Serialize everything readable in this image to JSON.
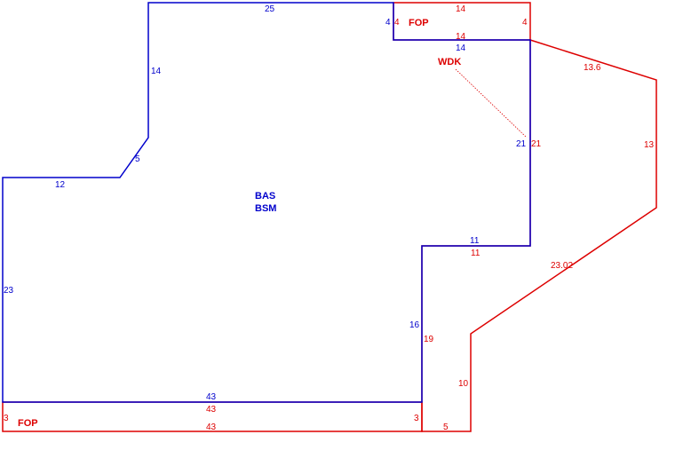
{
  "colors": {
    "main": "#0000cc",
    "addition": "#dd0000"
  },
  "areas": {
    "main_label_1": "BAS",
    "main_label_2": "BSM",
    "porch_top_label": "FOP",
    "deck_label": "WDK",
    "porch_bottom_label": "FOP"
  },
  "dimensions": {
    "main": {
      "top": "25",
      "upper_left": "14",
      "diagonal": "5",
      "left_step": "12",
      "left": "23",
      "bottom": "43",
      "inner_right": "16",
      "notch": "11",
      "right": "21",
      "upper_notch": "14",
      "notch_side": "4"
    },
    "porch_top": {
      "top": "14",
      "right": "4",
      "left": "4",
      "bottom": "14"
    },
    "deck": {
      "top_diag": "13.6",
      "right": "13",
      "long_diag": "23.02",
      "lower_right": "10",
      "bottom": "5",
      "left_lower": "19",
      "notch": "11",
      "left_upper": "21"
    },
    "porch_bottom": {
      "top": "43",
      "bottom": "43",
      "left": "3",
      "right": "3"
    }
  }
}
